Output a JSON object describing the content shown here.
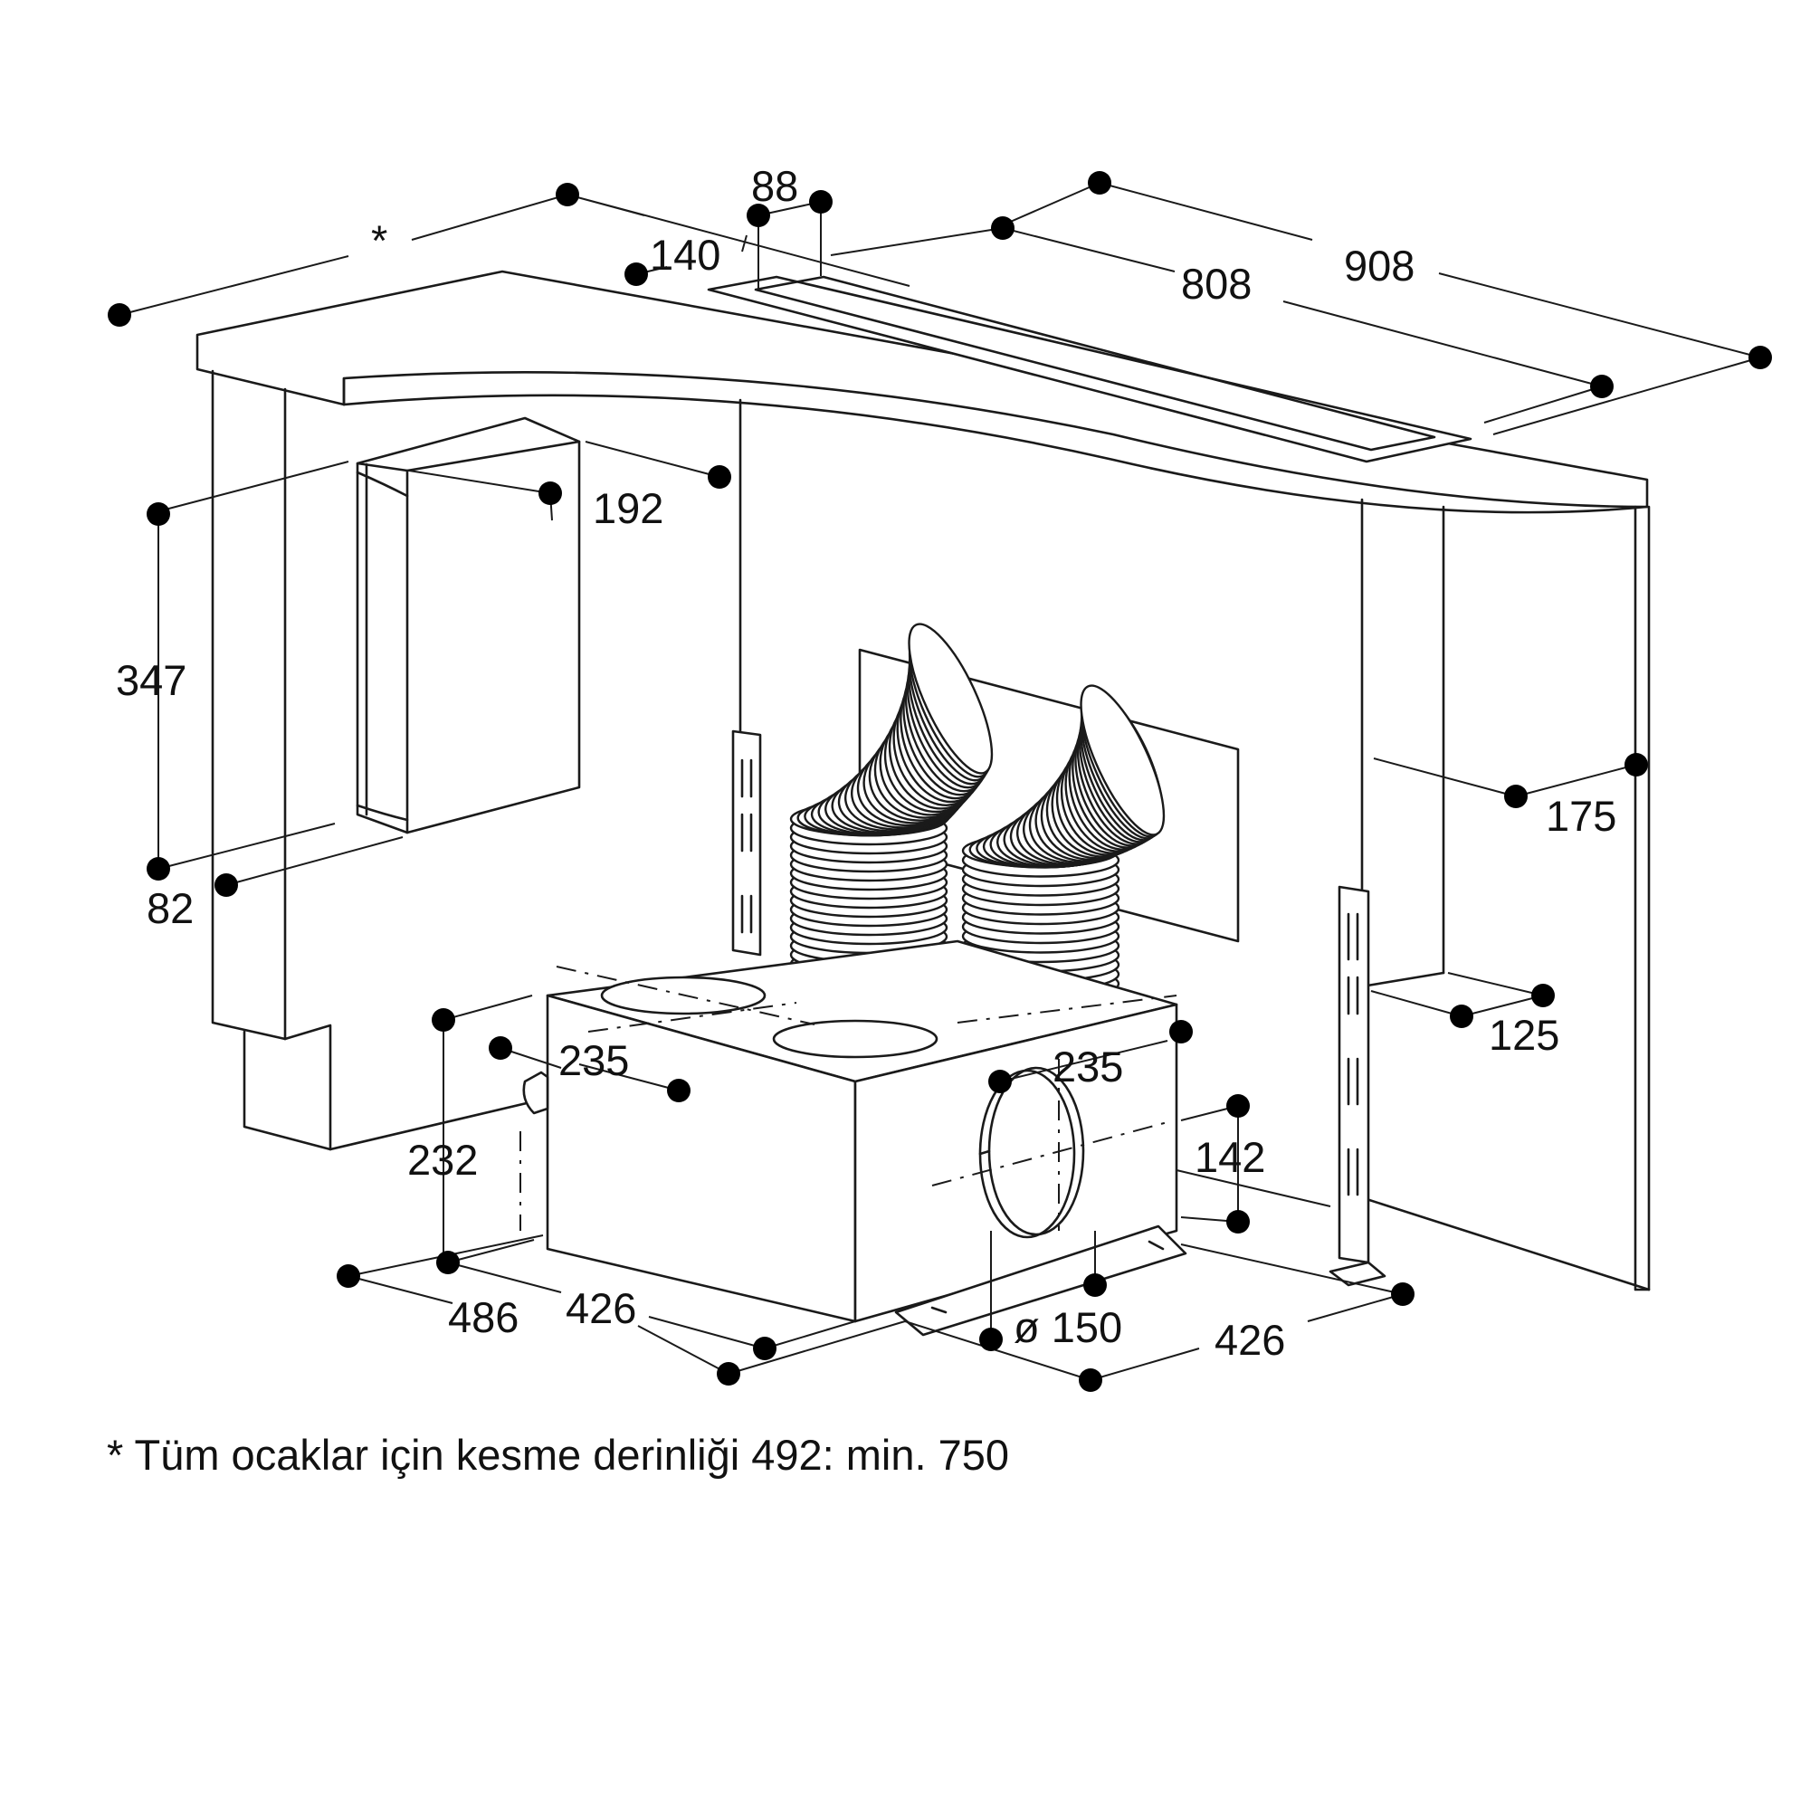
{
  "dimensions": {
    "star": "*",
    "d88": "88",
    "d140": "140",
    "d808": "808",
    "d908": "908",
    "d192": "192",
    "d347": "347",
    "d82": "82",
    "d175": "175",
    "d125": "125",
    "d235_left": "235",
    "d235_right": "235",
    "d232": "232",
    "d142": "142",
    "d486": "486",
    "d426_left": "426",
    "d150": "ø 150",
    "d426_right": "426"
  },
  "footnote": "* Tüm ocaklar için kesme derinliği 492: min. 750"
}
